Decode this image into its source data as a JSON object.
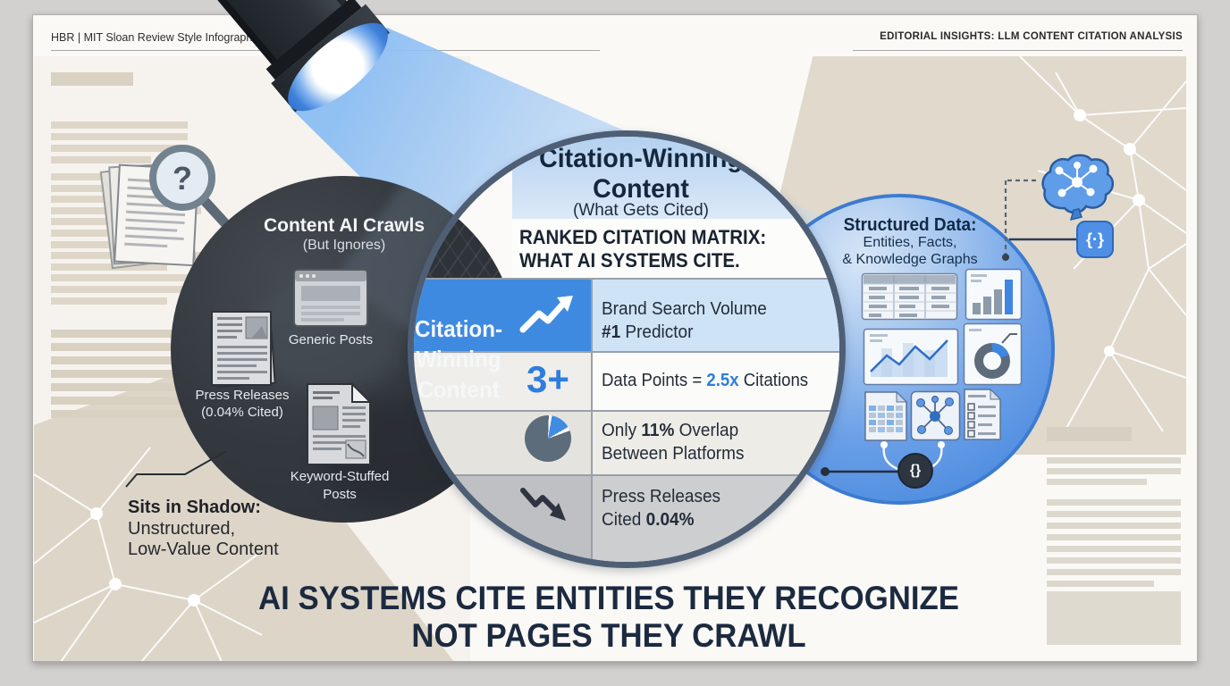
{
  "header": {
    "left": "HBR | MIT Sloan Review Style Infographic",
    "right": "EDITORIAL INSIGHTS: LLM CONTENT CITATION ANALYSIS"
  },
  "dark_circle": {
    "title": "Content AI Crawls",
    "subtitle": "(But Ignores)",
    "generic_posts": "Generic Posts",
    "press_line1": "Press Releases",
    "press_line2": "(0.04% Cited)",
    "keyword_line1": "Keyword-Stuffed",
    "keyword_line2": "Posts"
  },
  "overlap_label": {
    "line1": "Citation-",
    "line2": "Winning",
    "line3": "Content"
  },
  "center_circle": {
    "title_line1": "Citation-Winning",
    "title_line2": "Content",
    "subtitle": "(What Gets Cited)",
    "matrix_line1": "RANKED CITATION MATRIX:",
    "matrix_line2": "WHAT AI SYSTEMS CITE.",
    "rows": [
      {
        "icon": "trend-up-arrow-icon",
        "line1": "Brand Search Volume",
        "bold": "#1",
        "rest": " Predictor"
      },
      {
        "icon": "3-plus-badge",
        "badge": "3+",
        "pre": "Data Points = ",
        "highlight": "2.5x",
        "post": " Citations"
      },
      {
        "icon": "pie-chart-icon",
        "pre": "Only ",
        "bold": "11%",
        "rest": " Overlap",
        "line2": "Between Platforms"
      },
      {
        "icon": "trend-down-arrow-icon",
        "line1": "Press Releases",
        "pre": "Cited ",
        "bold": "0.04%"
      }
    ]
  },
  "right_circle": {
    "title": "Structured Data:",
    "line2": "Entities, Facts,",
    "line3": "& Knowledge Graphs",
    "badge": "{}"
  },
  "annotations": {
    "json_icon_label": "{·}",
    "shadow_line1": "Sits in Shadow:",
    "shadow_line2": "Unstructured,",
    "shadow_line3": "Low-Value Content"
  },
  "headline": {
    "line1": "AI SYSTEMS CITE ENTITIES THEY RECOGNIZE",
    "line2": "NOT PAGES THEY CRAWL"
  },
  "colors": {
    "accent_blue": "#3E8AE0",
    "light_blue": "#CFE3F7",
    "dark_slate": "#343A42",
    "navy": "#1C2A40",
    "beige": "#DFD8CA"
  },
  "icon_names": [
    "flashlight-icon",
    "magnifier-question-icon",
    "stacked-documents-icon",
    "browser-window-icon",
    "news-article-icon",
    "keyword-document-icon",
    "trend-up-arrow-icon",
    "pie-chart-icon",
    "trend-down-arrow-icon",
    "data-table-icon",
    "bar-chart-icon",
    "line-chart-icon",
    "donut-chart-icon",
    "spreadsheet-icon",
    "knowledge-graph-icon",
    "checklist-icon",
    "brain-network-icon",
    "json-braces-icon",
    "json-badge-icon"
  ]
}
